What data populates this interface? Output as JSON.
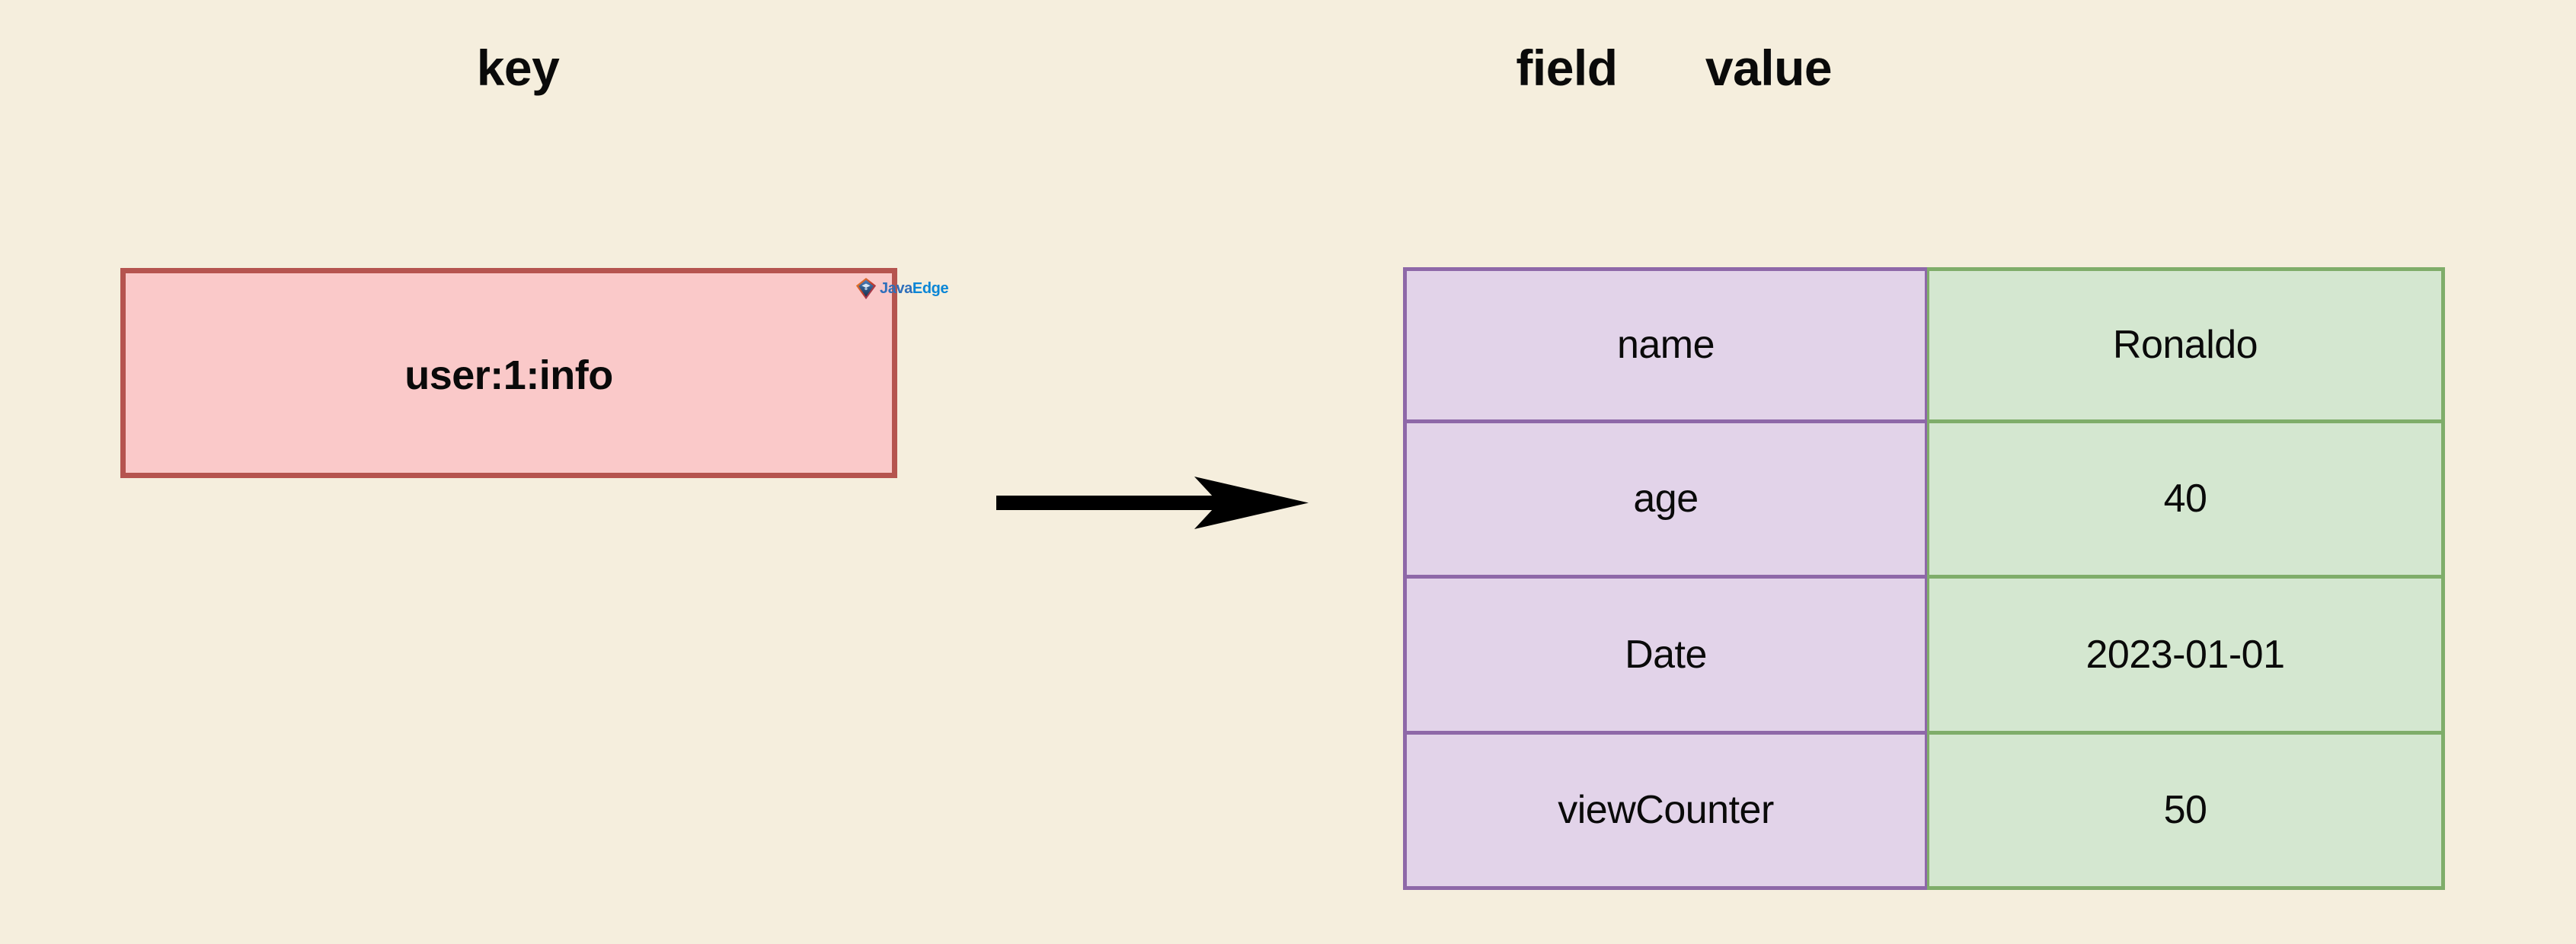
{
  "headings": {
    "key": "key",
    "field": "field",
    "value": "value"
  },
  "key_box": {
    "label": "user:1:info",
    "fill_color": "#fac9c9",
    "border_color": "#b5544f"
  },
  "arrow": {
    "icon": "arrow-right-icon",
    "color": "#000000"
  },
  "watermark": {
    "icon": "javaedge-logo-icon",
    "text_primary": "Java",
    "text_secondary": "Edge",
    "primary_color": "#2f6fbb",
    "secondary_color": "#0a86d6"
  },
  "hash_table": {
    "field_fill": "#e2d3e9",
    "field_border": "#8e68a8",
    "value_fill": "#d4e7d0",
    "value_border": "#7fad6a",
    "rows": [
      {
        "field": "name",
        "value": "Ronaldo"
      },
      {
        "field": "age",
        "value": "40"
      },
      {
        "field": "Date",
        "value": "2023-01-01"
      },
      {
        "field": "viewCounter",
        "value": "50"
      }
    ]
  },
  "canvas": {
    "background_color": "#f5eedd"
  }
}
